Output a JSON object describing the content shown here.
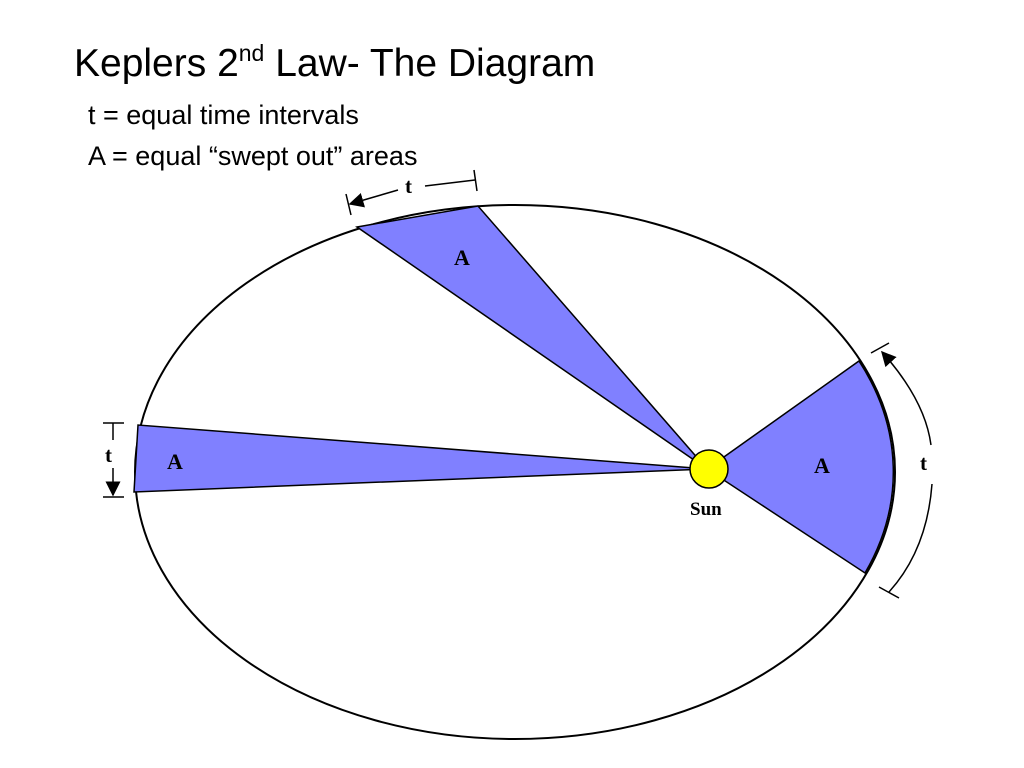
{
  "title": {
    "main": "Keplers 2",
    "superscript": "nd",
    "rest": " Law- The Diagram"
  },
  "lines": {
    "t_def": "t = equal time intervals",
    "a_def": "A = equal “swept out” areas"
  },
  "diagram": {
    "sun_label": "Sun",
    "area_label": "A",
    "time_label": "t",
    "colors": {
      "sector_fill": "#8080ff",
      "sun_fill": "#ffff00",
      "outline": "#000000"
    }
  }
}
